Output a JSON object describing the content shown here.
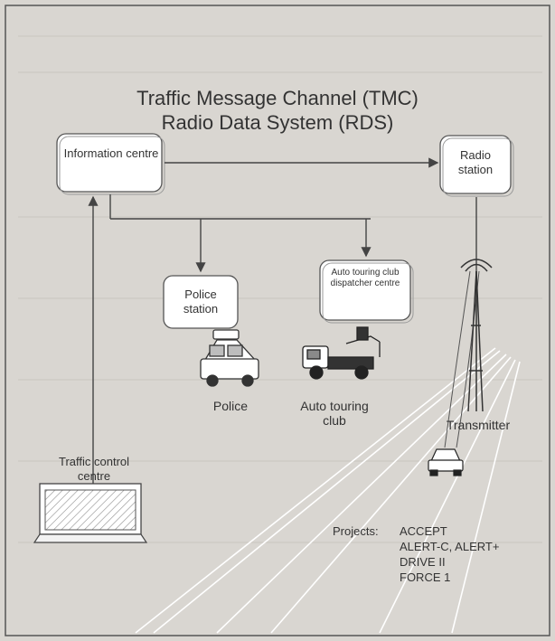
{
  "title": {
    "line1": "Traffic Message Channel  (TMC)",
    "line2": "Radio Data System (RDS)"
  },
  "nodes": {
    "information_centre": "Information centre",
    "radio_station": "Radio station",
    "police_station": "Police station",
    "auto_touring_centre": "Auto touring club dispatcher centre",
    "traffic_control_centre": "Traffic control centre",
    "police": "Police",
    "auto_touring_club": "Auto touring club",
    "transmitter": "Transmitter"
  },
  "projects": {
    "label": "Projects:",
    "items": [
      "ACCEPT",
      "ALERT-C, ALERT+",
      "DRIVE II",
      "FORCE 1"
    ]
  }
}
